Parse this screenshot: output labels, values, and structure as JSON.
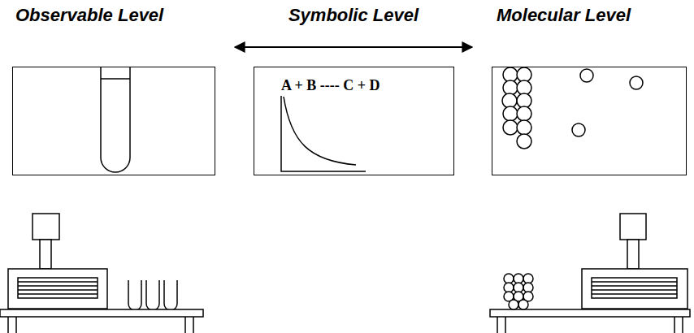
{
  "diagram": {
    "nodes": [
      {
        "text": [
          "Observable Level"
        ]
      },
      {
        "text": [
          "Symbolic Level",
          "A + B ---- C + D"
        ]
      },
      {
        "text": [
          "Molecular Level"
        ]
      }
    ],
    "edges": [
      {
        "from": 0,
        "to": 2,
        "arrow": "both"
      }
    ]
  }
}
